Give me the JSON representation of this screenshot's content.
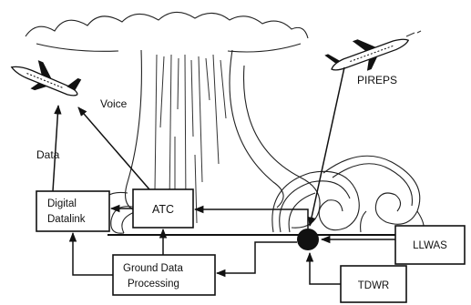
{
  "diagram": {
    "labels": {
      "voice": "Voice",
      "pireps": "PIREPS",
      "data": "Data"
    },
    "boxes": {
      "digital_datalink": [
        "Digital",
        "Datalink"
      ],
      "atc": "ATC",
      "ground_data_processing": [
        "Ground Data",
        "Processing"
      ],
      "llwas": "LLWAS",
      "tdwr": "TDWR"
    }
  }
}
